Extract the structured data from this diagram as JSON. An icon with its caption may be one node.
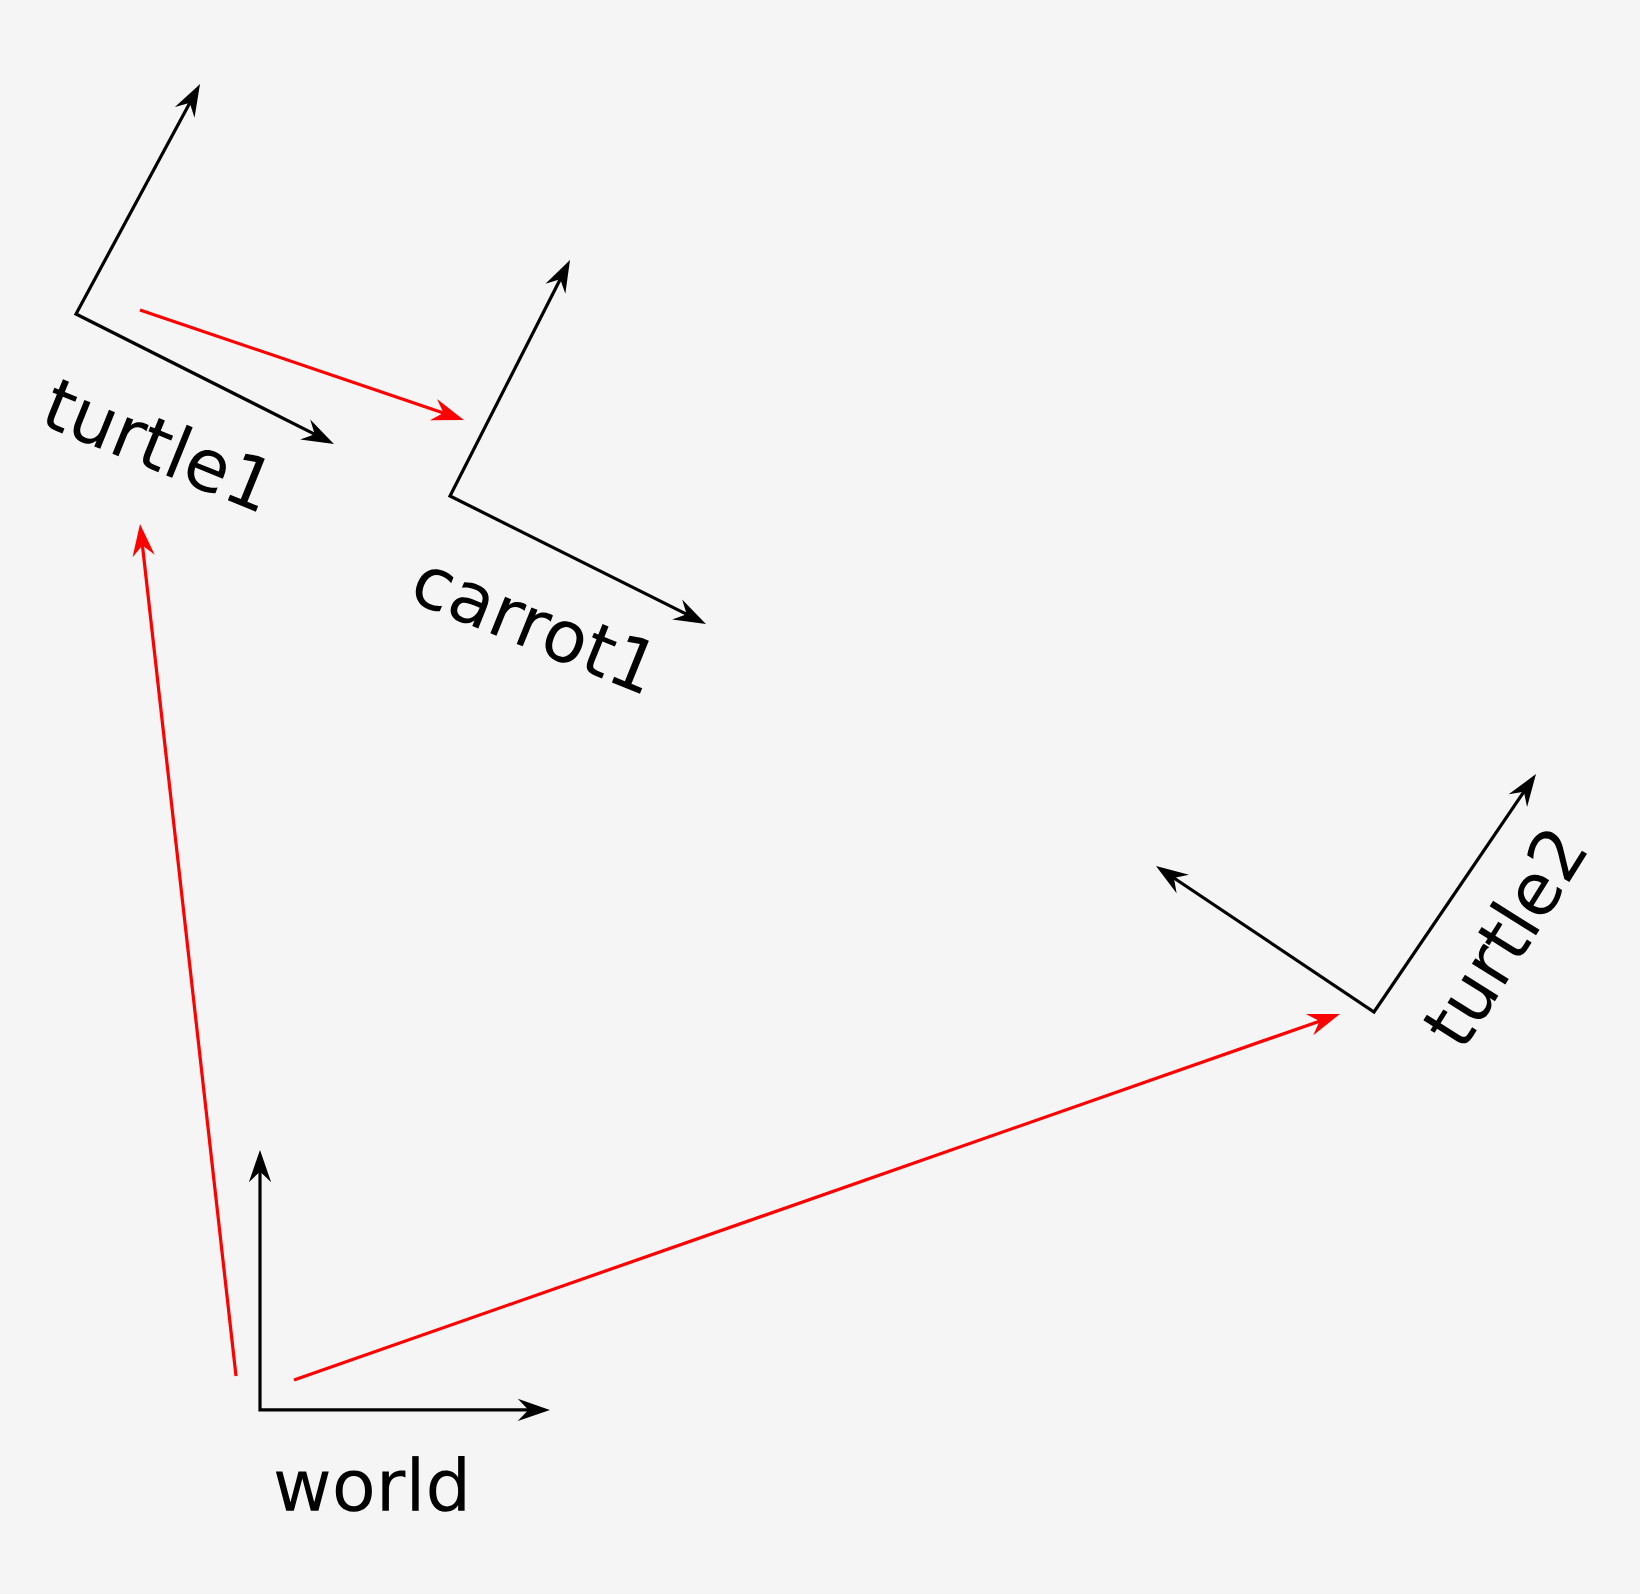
{
  "diagram": {
    "nodes": [
      {
        "text": [
          "turtle1"
        ]
      },
      {
        "text": [
          "carrot1"
        ]
      },
      {
        "text": [
          "turtle2"
        ]
      },
      {
        "text": [
          "world"
        ]
      }
    ],
    "edges": [
      {
        "from": 0,
        "to": 1,
        "arrow": "to"
      },
      {
        "from": 3,
        "to": 0,
        "arrow": "to"
      },
      {
        "from": 3,
        "to": 2,
        "arrow": "to"
      }
    ]
  }
}
